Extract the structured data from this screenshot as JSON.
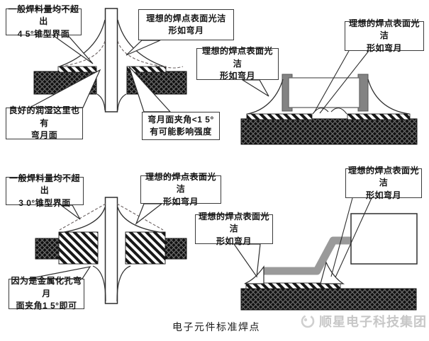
{
  "caption": "电子元件标准焊点",
  "watermark": {
    "text": "顺星电子科技集团",
    "logo_icon": "shunxing-logo"
  },
  "colors": {
    "line": "#2e2e2e",
    "board_black": "#141414",
    "pad_stripe": "#181818",
    "gull_lead_gray": "#9a9a9a",
    "chip_terminal_gray": "#838383",
    "watermark_gray": "#c7c7c7"
  },
  "callouts": {
    "c1": {
      "line1": "一般焊料量均不超出",
      "line2": "4 5°锥型界面"
    },
    "c2": {
      "line1": "理想的焊点表面光洁",
      "line2": "形如弯月"
    },
    "c3": {
      "line1": "良好的润湿这里也有",
      "line2": "弯月面"
    },
    "c4": {
      "line1": "弯月面夹角<1 5°",
      "line2": "有可能影响强度"
    },
    "c5": {
      "line1": "理想的焊点表面光洁",
      "line2": "形如弯月"
    },
    "c6": {
      "line1": "理想的焊点表面光洁",
      "line2": "形如弯月"
    },
    "c7": {
      "line1": "一般焊料量均不超出",
      "line2": "3 0°锥型界面"
    },
    "c8": {
      "line1": "理想的焊点表面光洁",
      "line2": "形如弯月"
    },
    "c9": {
      "line1": "因为是金属化孔弯月",
      "line2": "面夹角1 5°即可"
    },
    "c10": {
      "line1": "理想的焊点表面光洁",
      "line2": "形如弯月"
    },
    "c11": {
      "line1": "理想的焊点表面光洁",
      "line2": "形如弯月"
    }
  }
}
